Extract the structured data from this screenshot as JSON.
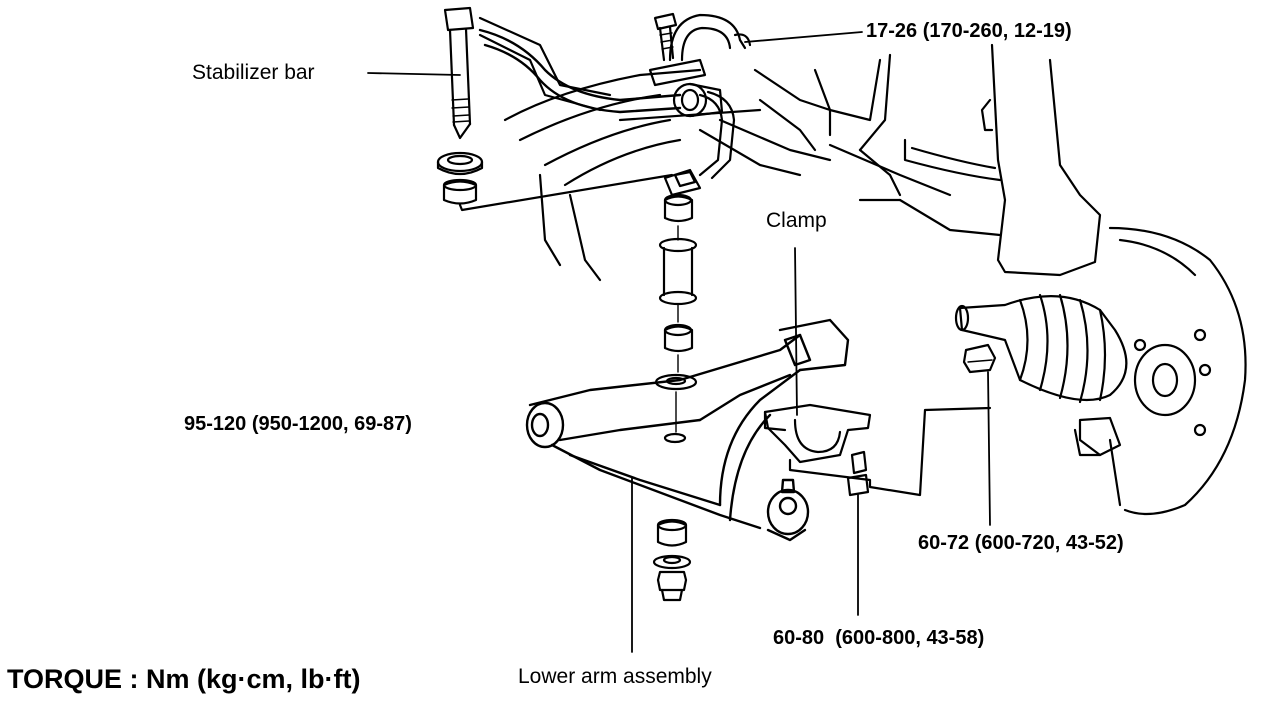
{
  "labels": {
    "stabilizer_bar": "Stabilizer bar",
    "torque_17_26": "17-26 (170-260, 12-19)",
    "clamp": "Clamp",
    "torque_95_120": "95-120 (950-1200, 69-87)",
    "torque_60_72": "60-72 (600-720, 43-52)",
    "torque_60_80": "60-80  (600-800, 43-58)",
    "lower_arm_assembly": "Lower arm assembly",
    "torque_units": "TORQUE : Nm (kg·cm, lb·ft)"
  },
  "colors": {
    "ink": "#000000",
    "paper": "#ffffff"
  }
}
